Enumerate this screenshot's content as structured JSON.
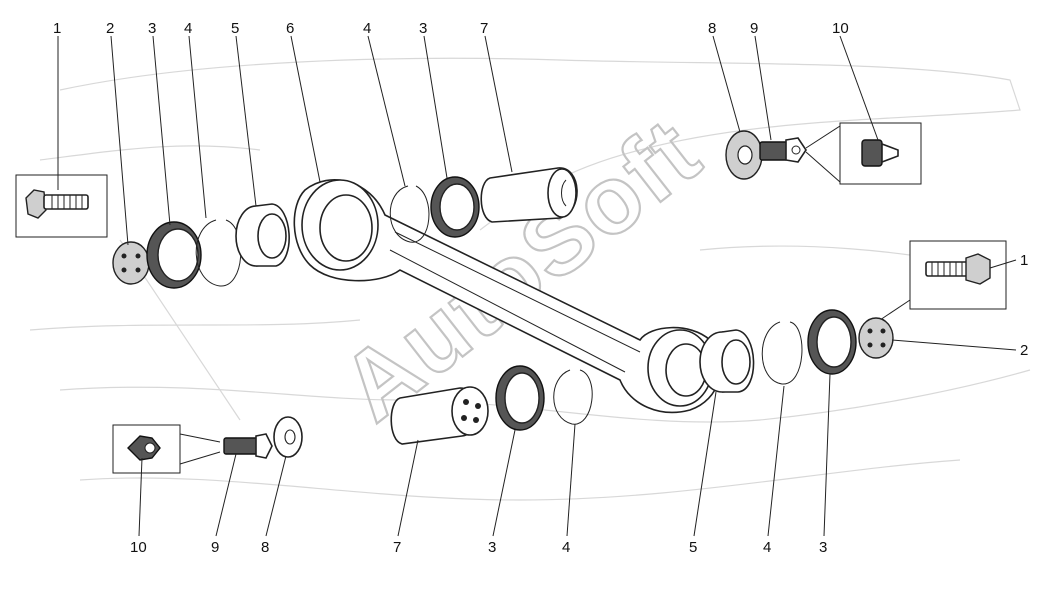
{
  "watermark": "AutoSoft",
  "callouts": {
    "top": [
      "1",
      "2",
      "3",
      "4",
      "5",
      "6",
      "4",
      "3",
      "7",
      "8",
      "9",
      "10"
    ],
    "right": [
      "1",
      "2"
    ],
    "bottom": [
      "10",
      "9",
      "8",
      "7",
      "3",
      "4",
      "5",
      "4",
      "3"
    ]
  },
  "colors": {
    "line": "#222222",
    "shade": "#cfcfcf",
    "watermark": "#c4c4c4"
  }
}
